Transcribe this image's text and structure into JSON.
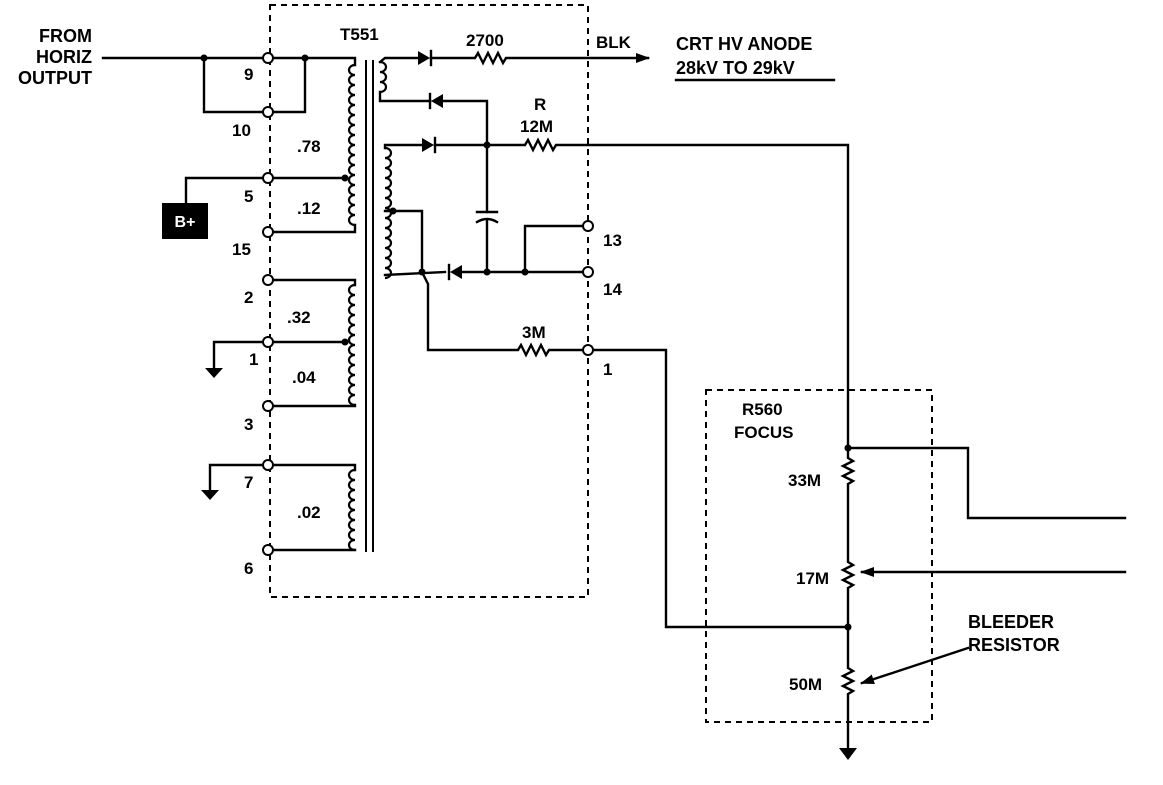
{
  "input": {
    "line1": "FROM",
    "line2": "HORIZ",
    "line3": "OUTPUT"
  },
  "transformer": {
    "name": "T551"
  },
  "pins": {
    "p9": "9",
    "p10": "10",
    "p5": "5",
    "p15": "15",
    "p2": "2",
    "p1": "1",
    "p3": "3",
    "p7": "7",
    "p6": "6",
    "p13": "13",
    "p14": "14",
    "p1b": "1"
  },
  "ratios": {
    "r78": ".78",
    "r12": ".12",
    "r32": ".32",
    "r04": ".04",
    "r02": ".02"
  },
  "supply": {
    "label": "B+"
  },
  "hv": {
    "resistor": "2700",
    "wire_color": "BLK",
    "dest_line1": "CRT HV ANODE",
    "dest_line2": "28kV TO 29kV"
  },
  "resistors": {
    "r_name": "R",
    "r_value": "12M",
    "r3m": "3M"
  },
  "focus": {
    "name": "R560",
    "label": "FOCUS",
    "r33": "33M",
    "r17": "17M",
    "r50": "50M"
  },
  "bleeder": {
    "line1": "BLEEDER",
    "line2": "RESISTOR"
  }
}
